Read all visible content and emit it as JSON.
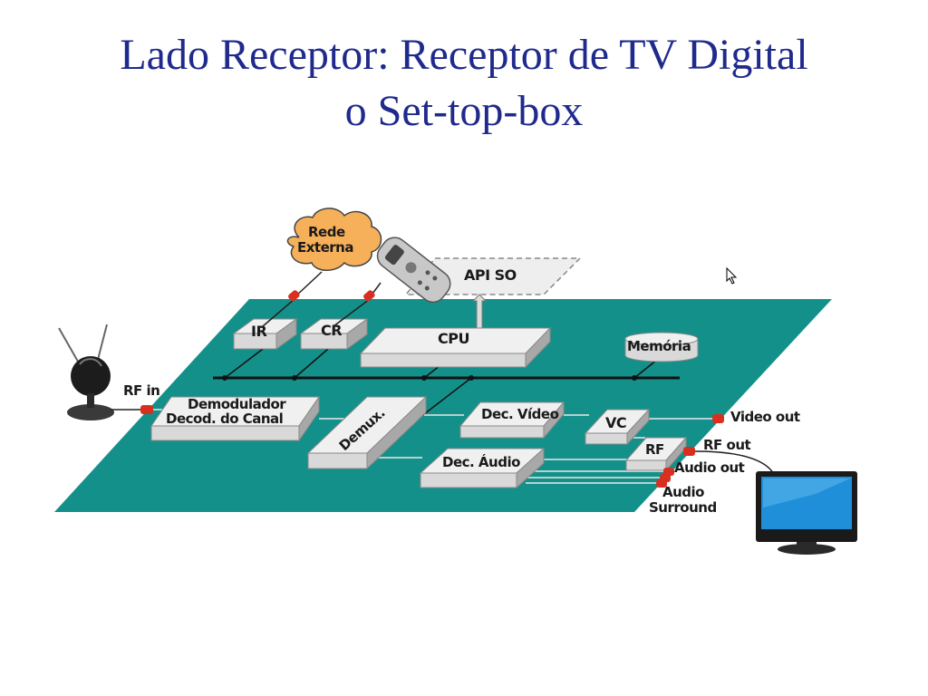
{
  "slide": {
    "title_line1": "Lado Receptor: Receptor de TV Digital",
    "title_line2": "o Set-top-box"
  },
  "diagram": {
    "cloud": "Rede",
    "cloud2": "Externa",
    "api": "API SO",
    "ir": "IR",
    "cr": "CR",
    "cpu": "CPU",
    "memoria": "Memória",
    "rf_in": "RF in",
    "demod1": "Demodulador",
    "demod2": "Decod. do Canal",
    "demux": "Demux.",
    "dec_video": "Dec. Vídeo",
    "vc": "VC",
    "rf": "RF",
    "dec_audio": "Dec. Áudio",
    "video_out": "Video out",
    "rf_out": "RF out",
    "audio_out": "Audio out",
    "audio": "Audio",
    "surround": "Surround"
  },
  "colors": {
    "title": "#1f2a8c",
    "board": "#14908a",
    "box": "#d9d9d9",
    "connector": "#d83020"
  }
}
